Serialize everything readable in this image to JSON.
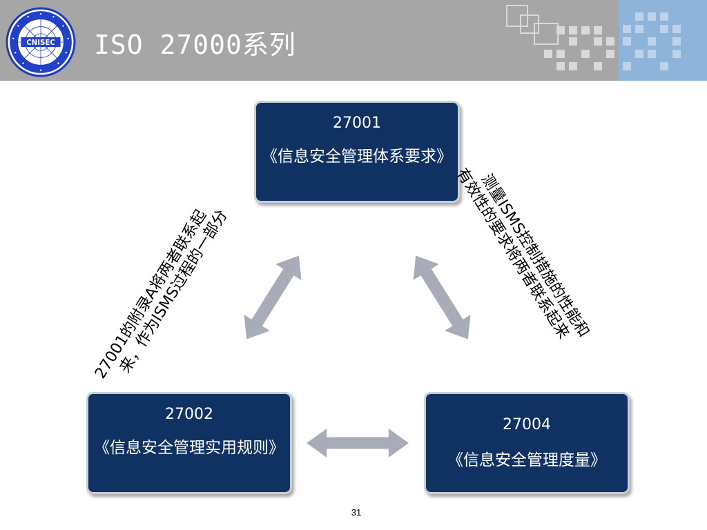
{
  "slide": {
    "title": "ISO 27000系列",
    "page_number": "31"
  },
  "logo": {
    "icon": "cnisec-seal-icon",
    "center_text": "CNISEC"
  },
  "boxes": [
    {
      "id": "27001",
      "number": "27001",
      "name": "《信息安全管理体系要求》"
    },
    {
      "id": "27002",
      "number": "27002",
      "name": "《信息安全管理实用规则》"
    },
    {
      "id": "27004",
      "number": "27004",
      "name": "《信息安全管理度量》"
    }
  ],
  "relations": {
    "left_note": {
      "line1": "27001的附录A将两者联系起",
      "line2": "来，作为ISMS过程的一部分"
    },
    "right_note": {
      "line1": "测量ISMS控制措施的性能和",
      "line2": "有效性的要求将两者联系起来"
    }
  },
  "colors": {
    "header_bg": "#a6a6a6",
    "header_accent": "#8fb4d9",
    "box_fill": "#0f3262",
    "arrow_fill": "#a8abb8",
    "title_text": "#ffffff"
  },
  "icons": {
    "arrows": [
      "double-arrow-icon",
      "double-arrow-icon",
      "double-arrow-icon"
    ]
  }
}
